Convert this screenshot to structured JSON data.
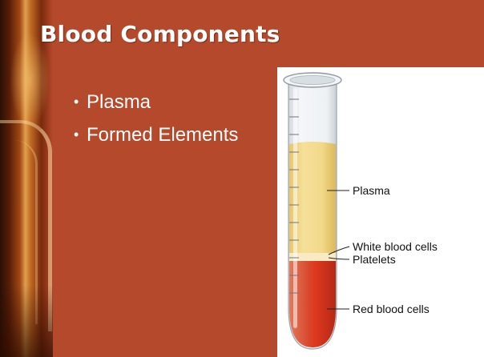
{
  "slide": {
    "title": "Blood Components",
    "bullets": [
      "Plasma",
      "Formed Elements"
    ]
  },
  "figure": {
    "labels": {
      "plasma": "Plasma",
      "white_blood_cells": "White blood cells",
      "platelets": "Platelets",
      "red_blood_cells": "Red blood cells"
    },
    "colors": {
      "background": "#b5492b",
      "plasma": "#f2d98a",
      "red_cells": "#c8321c",
      "tube_glass": "#e6e9ec"
    }
  }
}
